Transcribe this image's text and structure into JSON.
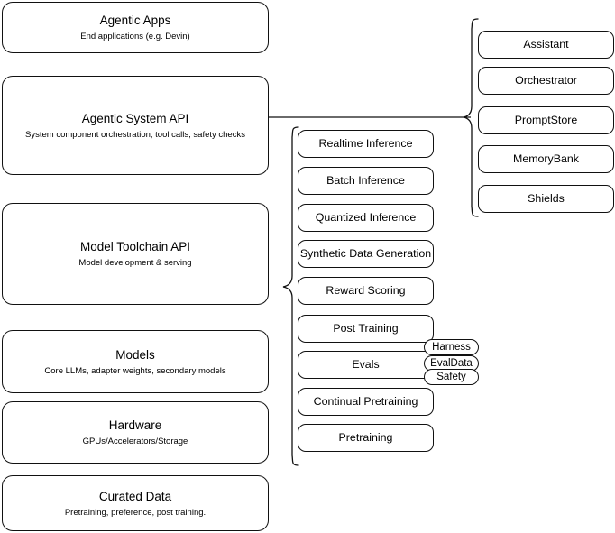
{
  "diagram": {
    "title": "Agentic stack layers diagram",
    "stroke_color": "#111111",
    "background_color": "#ffffff",
    "layers": [
      {
        "id": "agentic-apps",
        "title": "Agentic Apps",
        "subtitle": "End applications (e.g. Devin)"
      },
      {
        "id": "agentic-system-api",
        "title": "Agentic System API",
        "subtitle": "System component orchestration, tool calls, safety checks"
      },
      {
        "id": "model-toolchain-api",
        "title": "Model Toolchain API",
        "subtitle": "Model development & serving"
      },
      {
        "id": "models",
        "title": "Models",
        "subtitle": "Core LLMs, adapter weights, secondary models"
      },
      {
        "id": "hardware",
        "title": "Hardware",
        "subtitle": "GPUs/Accelerators/Storage"
      },
      {
        "id": "curated-data",
        "title": "Curated Data",
        "subtitle": "Pretraining, preference, post training."
      }
    ],
    "toolchain_components": [
      {
        "id": "realtime-inference",
        "label": "Realtime Inference"
      },
      {
        "id": "batch-inference",
        "label": "Batch Inference"
      },
      {
        "id": "quantized-inference",
        "label": "Quantized Inference"
      },
      {
        "id": "synthetic-data-generation",
        "label": "Synthetic Data Generation"
      },
      {
        "id": "reward-scoring",
        "label": "Reward Scoring"
      },
      {
        "id": "post-training",
        "label": "Post Training"
      },
      {
        "id": "evals",
        "label": "Evals"
      },
      {
        "id": "continual-pretraining",
        "label": "Continual Pretraining"
      },
      {
        "id": "pretraining",
        "label": "Pretraining"
      }
    ],
    "evals_subcomponents": [
      {
        "id": "harness",
        "label": "Harness"
      },
      {
        "id": "evaldata",
        "label": "EvalData"
      },
      {
        "id": "safety",
        "label": "Safety"
      }
    ],
    "system_components": [
      {
        "id": "assistant",
        "label": "Assistant"
      },
      {
        "id": "orchestrator",
        "label": "Orchestrator"
      },
      {
        "id": "promptstore",
        "label": "PromptStore"
      },
      {
        "id": "memorybank",
        "label": "MemoryBank"
      },
      {
        "id": "shields",
        "label": "Shields"
      }
    ]
  }
}
